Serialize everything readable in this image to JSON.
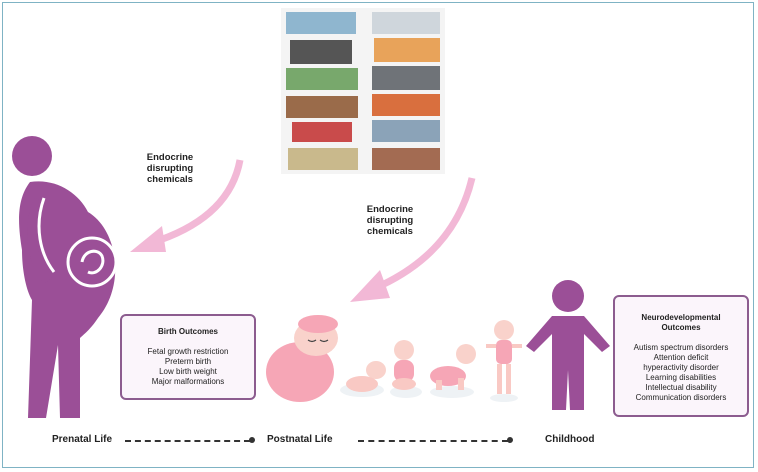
{
  "labels": {
    "edc_1": [
      "Endocrine",
      "disrupting",
      "chemicals"
    ],
    "edc_2": [
      "Endocrine",
      "disrupting",
      "chemicals"
    ]
  },
  "birth_outcomes": {
    "title": "Birth Outcomes",
    "items": [
      "Fetal growth restriction",
      "Preterm birth",
      "Low birth weight",
      "Major malformations"
    ]
  },
  "neuro_outcomes": {
    "title": [
      "Neurodevelopmental",
      "Outcomes"
    ],
    "items": [
      "Autism spectrum disorders",
      "Attention deficit",
      "hyperactivity disorder",
      "Learning disabilities",
      "Intellectual disability",
      "Communication disorders"
    ]
  },
  "stages": [
    "Prenatal Life",
    "Postnatal Life",
    "Childhood"
  ],
  "colors": {
    "figure": "#9b4f97",
    "box_border": "#8c5c8f",
    "arrow": "#f2b8d6",
    "baby_skin": "#f9c9c4",
    "baby_pink": "#f6a6b6"
  }
}
